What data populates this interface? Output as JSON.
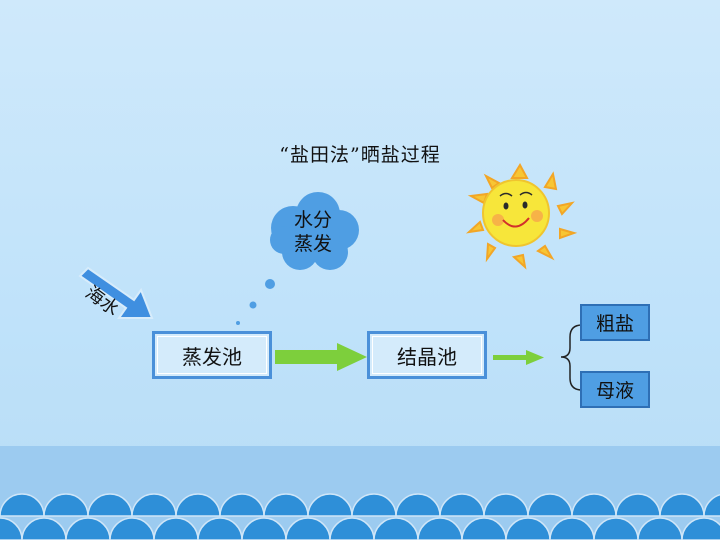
{
  "slide": {
    "title": "“盐田法”晒盐过程",
    "cloud_text": [
      "水分",
      "蒸发"
    ],
    "sea_water_label": "海水",
    "stages": {
      "evaporation_pond": "蒸发池",
      "crystallization_pond": "结晶池"
    },
    "outputs": {
      "crude_salt": "粗盐",
      "mother_liquor": "母液"
    }
  },
  "colors": {
    "box_border": "#4a90d9",
    "output_fill": "#4f9ee3",
    "arrow_green": "#7dcf3c",
    "sun": "#f7e33b",
    "sea": "#2e8fd8"
  }
}
